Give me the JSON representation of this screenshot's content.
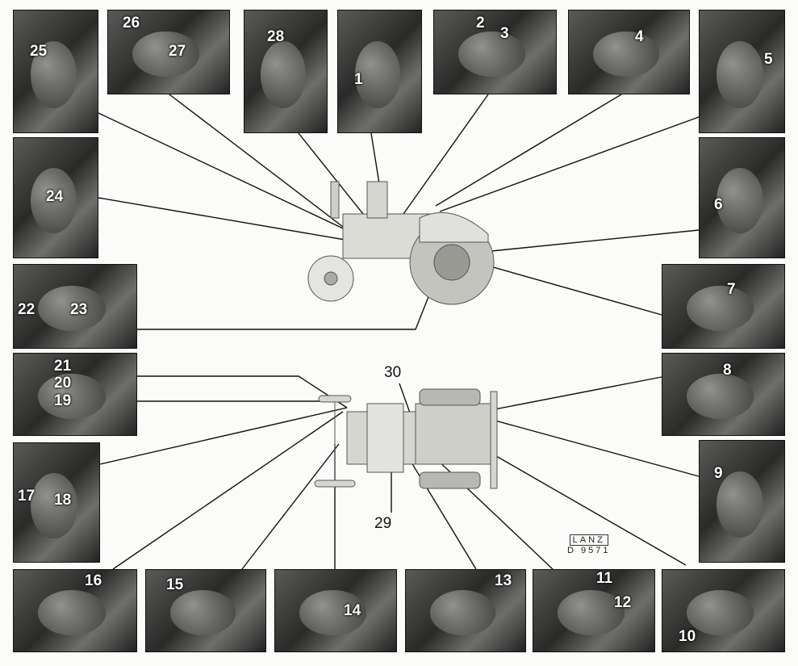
{
  "panels": [
    {
      "id": "p25",
      "numbers": [
        "25"
      ]
    },
    {
      "id": "p26",
      "numbers": [
        "26",
        "27"
      ]
    },
    {
      "id": "p28",
      "numbers": [
        "28"
      ]
    },
    {
      "id": "p1",
      "numbers": [
        "1"
      ]
    },
    {
      "id": "p2",
      "numbers": [
        "2",
        "3"
      ]
    },
    {
      "id": "p4",
      "numbers": [
        "4"
      ]
    },
    {
      "id": "p5",
      "numbers": [
        "5"
      ]
    },
    {
      "id": "p24",
      "numbers": [
        "24"
      ]
    },
    {
      "id": "p22",
      "numbers": [
        "22",
        "23"
      ]
    },
    {
      "id": "p19",
      "numbers": [
        "21",
        "20",
        "19"
      ]
    },
    {
      "id": "p17",
      "numbers": [
        "17",
        "18"
      ]
    },
    {
      "id": "p6",
      "numbers": [
        "6"
      ]
    },
    {
      "id": "p7",
      "numbers": [
        "7"
      ]
    },
    {
      "id": "p8",
      "numbers": [
        "8"
      ]
    },
    {
      "id": "p9",
      "numbers": [
        "9"
      ]
    },
    {
      "id": "p16",
      "numbers": [
        "16"
      ]
    },
    {
      "id": "p15",
      "numbers": [
        "15"
      ]
    },
    {
      "id": "p14",
      "numbers": [
        "14"
      ]
    },
    {
      "id": "p13",
      "numbers": [
        "13"
      ]
    },
    {
      "id": "p11",
      "numbers": [
        "11",
        "12"
      ]
    },
    {
      "id": "p10",
      "numbers": [
        "10"
      ]
    }
  ],
  "center_labels": {
    "n30": "30",
    "n29": "29"
  },
  "logo": {
    "brand": "LANZ",
    "code": "D 9571"
  }
}
